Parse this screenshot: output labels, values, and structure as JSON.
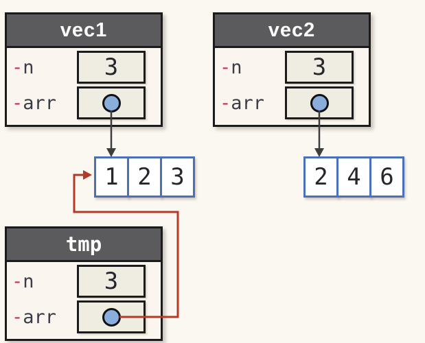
{
  "colors": {
    "background": "#fbf8f1",
    "box_body": "#faf6ef",
    "box_header": "#5b5b5d",
    "header_text": "#fdfdfb",
    "border_black": "#1b1b1b",
    "value_box_fill": "#efece2",
    "value_text": "#25252b",
    "label_text": "#3c3c46",
    "hyphen": "#c13058",
    "pointer_blue": "#8aaedb",
    "array_border_blue": "#4a70b8",
    "array_fill": "#ffffff",
    "arrow_dark": "#3d3d3d",
    "arrow_red": "#b43a28"
  },
  "structs": [
    {
      "title": "vec1",
      "fields": [
        {
          "visibility": "-",
          "name": "n",
          "value": "3",
          "kind": "value"
        },
        {
          "visibility": "-",
          "name": "arr",
          "kind": "pointer"
        }
      ]
    },
    {
      "title": "vec2",
      "fields": [
        {
          "visibility": "-",
          "name": "n",
          "value": "3",
          "kind": "value"
        },
        {
          "visibility": "-",
          "name": "arr",
          "kind": "pointer"
        }
      ]
    },
    {
      "title": "tmp",
      "fields": [
        {
          "visibility": "-",
          "name": "n",
          "value": "3",
          "kind": "value"
        },
        {
          "visibility": "-",
          "name": "arr",
          "kind": "pointer"
        }
      ]
    }
  ],
  "arrays": [
    {
      "cells": [
        "1",
        "2",
        "3"
      ]
    },
    {
      "cells": [
        "2",
        "4",
        "6"
      ]
    }
  ],
  "arrows": [
    {
      "from": "vec1.arr",
      "to": "array-1-2-3",
      "style": "dark"
    },
    {
      "from": "vec2.arr",
      "to": "array-2-4-6",
      "style": "dark"
    },
    {
      "from": "tmp.arr",
      "to": "array-1-2-3",
      "style": "red"
    }
  ]
}
